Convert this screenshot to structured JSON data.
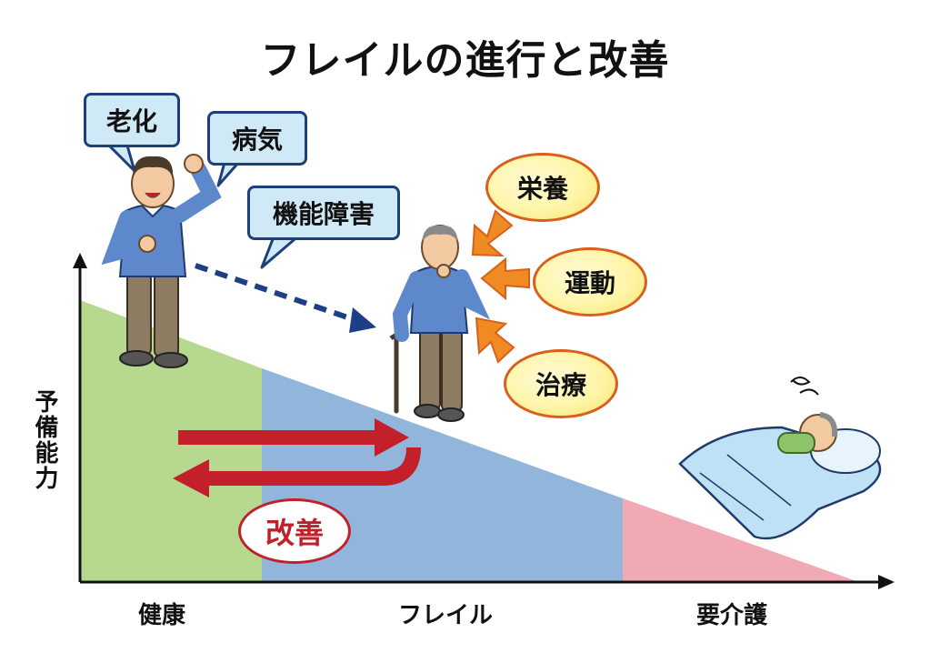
{
  "title": "フレイルの進行と改善",
  "y_axis_label": "予備能力",
  "stages": [
    "健康",
    "フレイル",
    "要介護"
  ],
  "causes": [
    "老化",
    "病気",
    "機能障害"
  ],
  "interventions": [
    "栄養",
    "運動",
    "治療"
  ],
  "improvement_label": "改善",
  "colors": {
    "healthy": "#b7d98f",
    "frailty": "#92b5dc",
    "care": "#f1a9b4",
    "improve_arrow": "#c4202b",
    "dashed_arrow": "#1c3f86",
    "bubble_fill": "#cfe9f7",
    "bubble_border": "#1d3f7a"
  }
}
